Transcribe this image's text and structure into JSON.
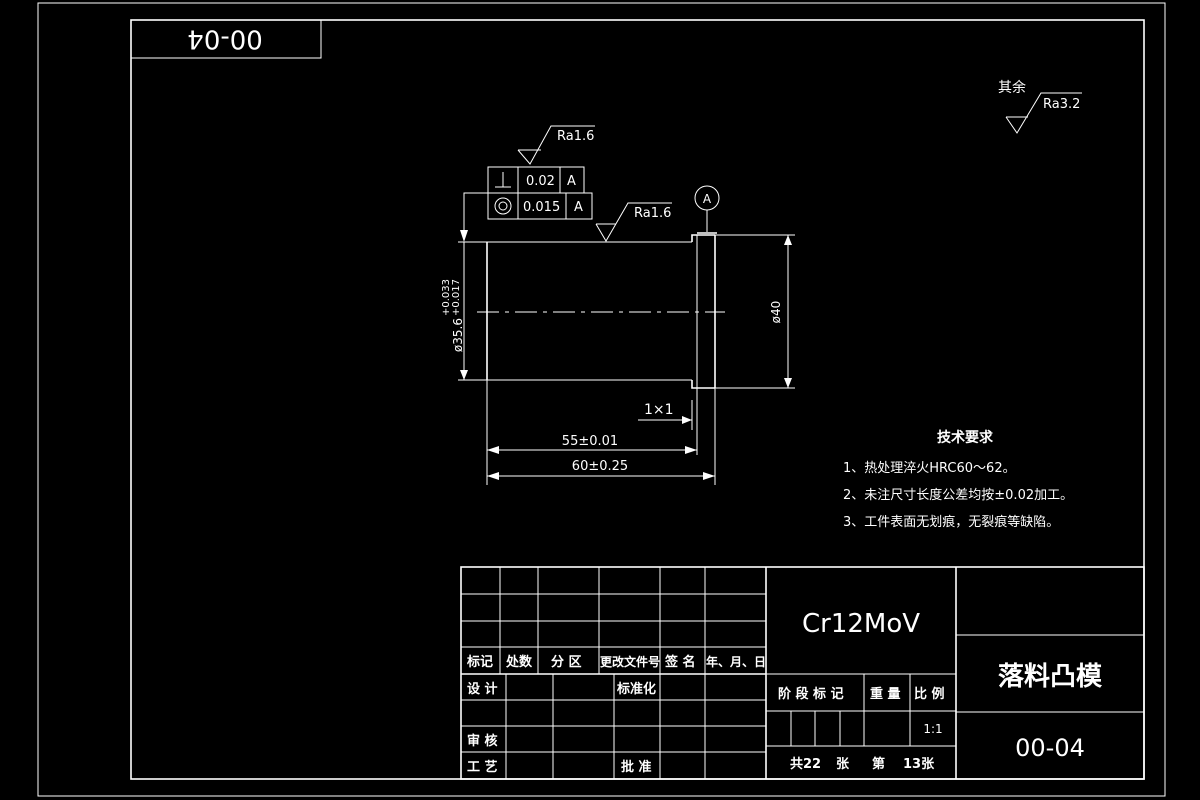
{
  "drawing_number_flipped": "00-04",
  "roughness": {
    "other_label": "其余",
    "other_value": "Ra3.2",
    "top_face": "Ra1.6",
    "left_face": "Ra1.6"
  },
  "tolerance_frames": [
    {
      "symbol": "⊥",
      "value": "0.02",
      "datum": "A"
    },
    {
      "symbol": "◎",
      "value": "0.015",
      "datum": "A"
    }
  ],
  "datum_label": "A",
  "dimensions": {
    "diameter_left": "ø35.6",
    "diameter_left_upper": "+0.033",
    "diameter_left_lower": "+0.017",
    "diameter_right": "ø40",
    "chamfer": "1×1",
    "length_inner": "55±0.01",
    "length_total": "60±0.25"
  },
  "tech_requirements": {
    "title": "技术要求",
    "items": [
      "1、热处理淬火HRC60～62。",
      "2、未注尺寸长度公差均按±0.02加工。",
      "3、工件表面无划痕，无裂痕等缺陷。"
    ]
  },
  "title_block": {
    "material": "Cr12MoV",
    "part_name": "落料凸模",
    "drawing_number": "00-04",
    "header_labels": [
      "标记",
      "处数",
      "分 区",
      "更改文件号",
      "签 名",
      "年、月、日"
    ],
    "design": "设 计",
    "standardize": "标准化",
    "review": "审 核",
    "process": "工 艺",
    "approve": "批 准",
    "stage_mark": "阶 段 标 记",
    "weight": "重 量",
    "scale_label": "比 例",
    "scale_value": "1:1",
    "sheet_total": "共22",
    "sheet_unit": "张",
    "sheet_no_label": "第",
    "sheet_no": "13张"
  }
}
